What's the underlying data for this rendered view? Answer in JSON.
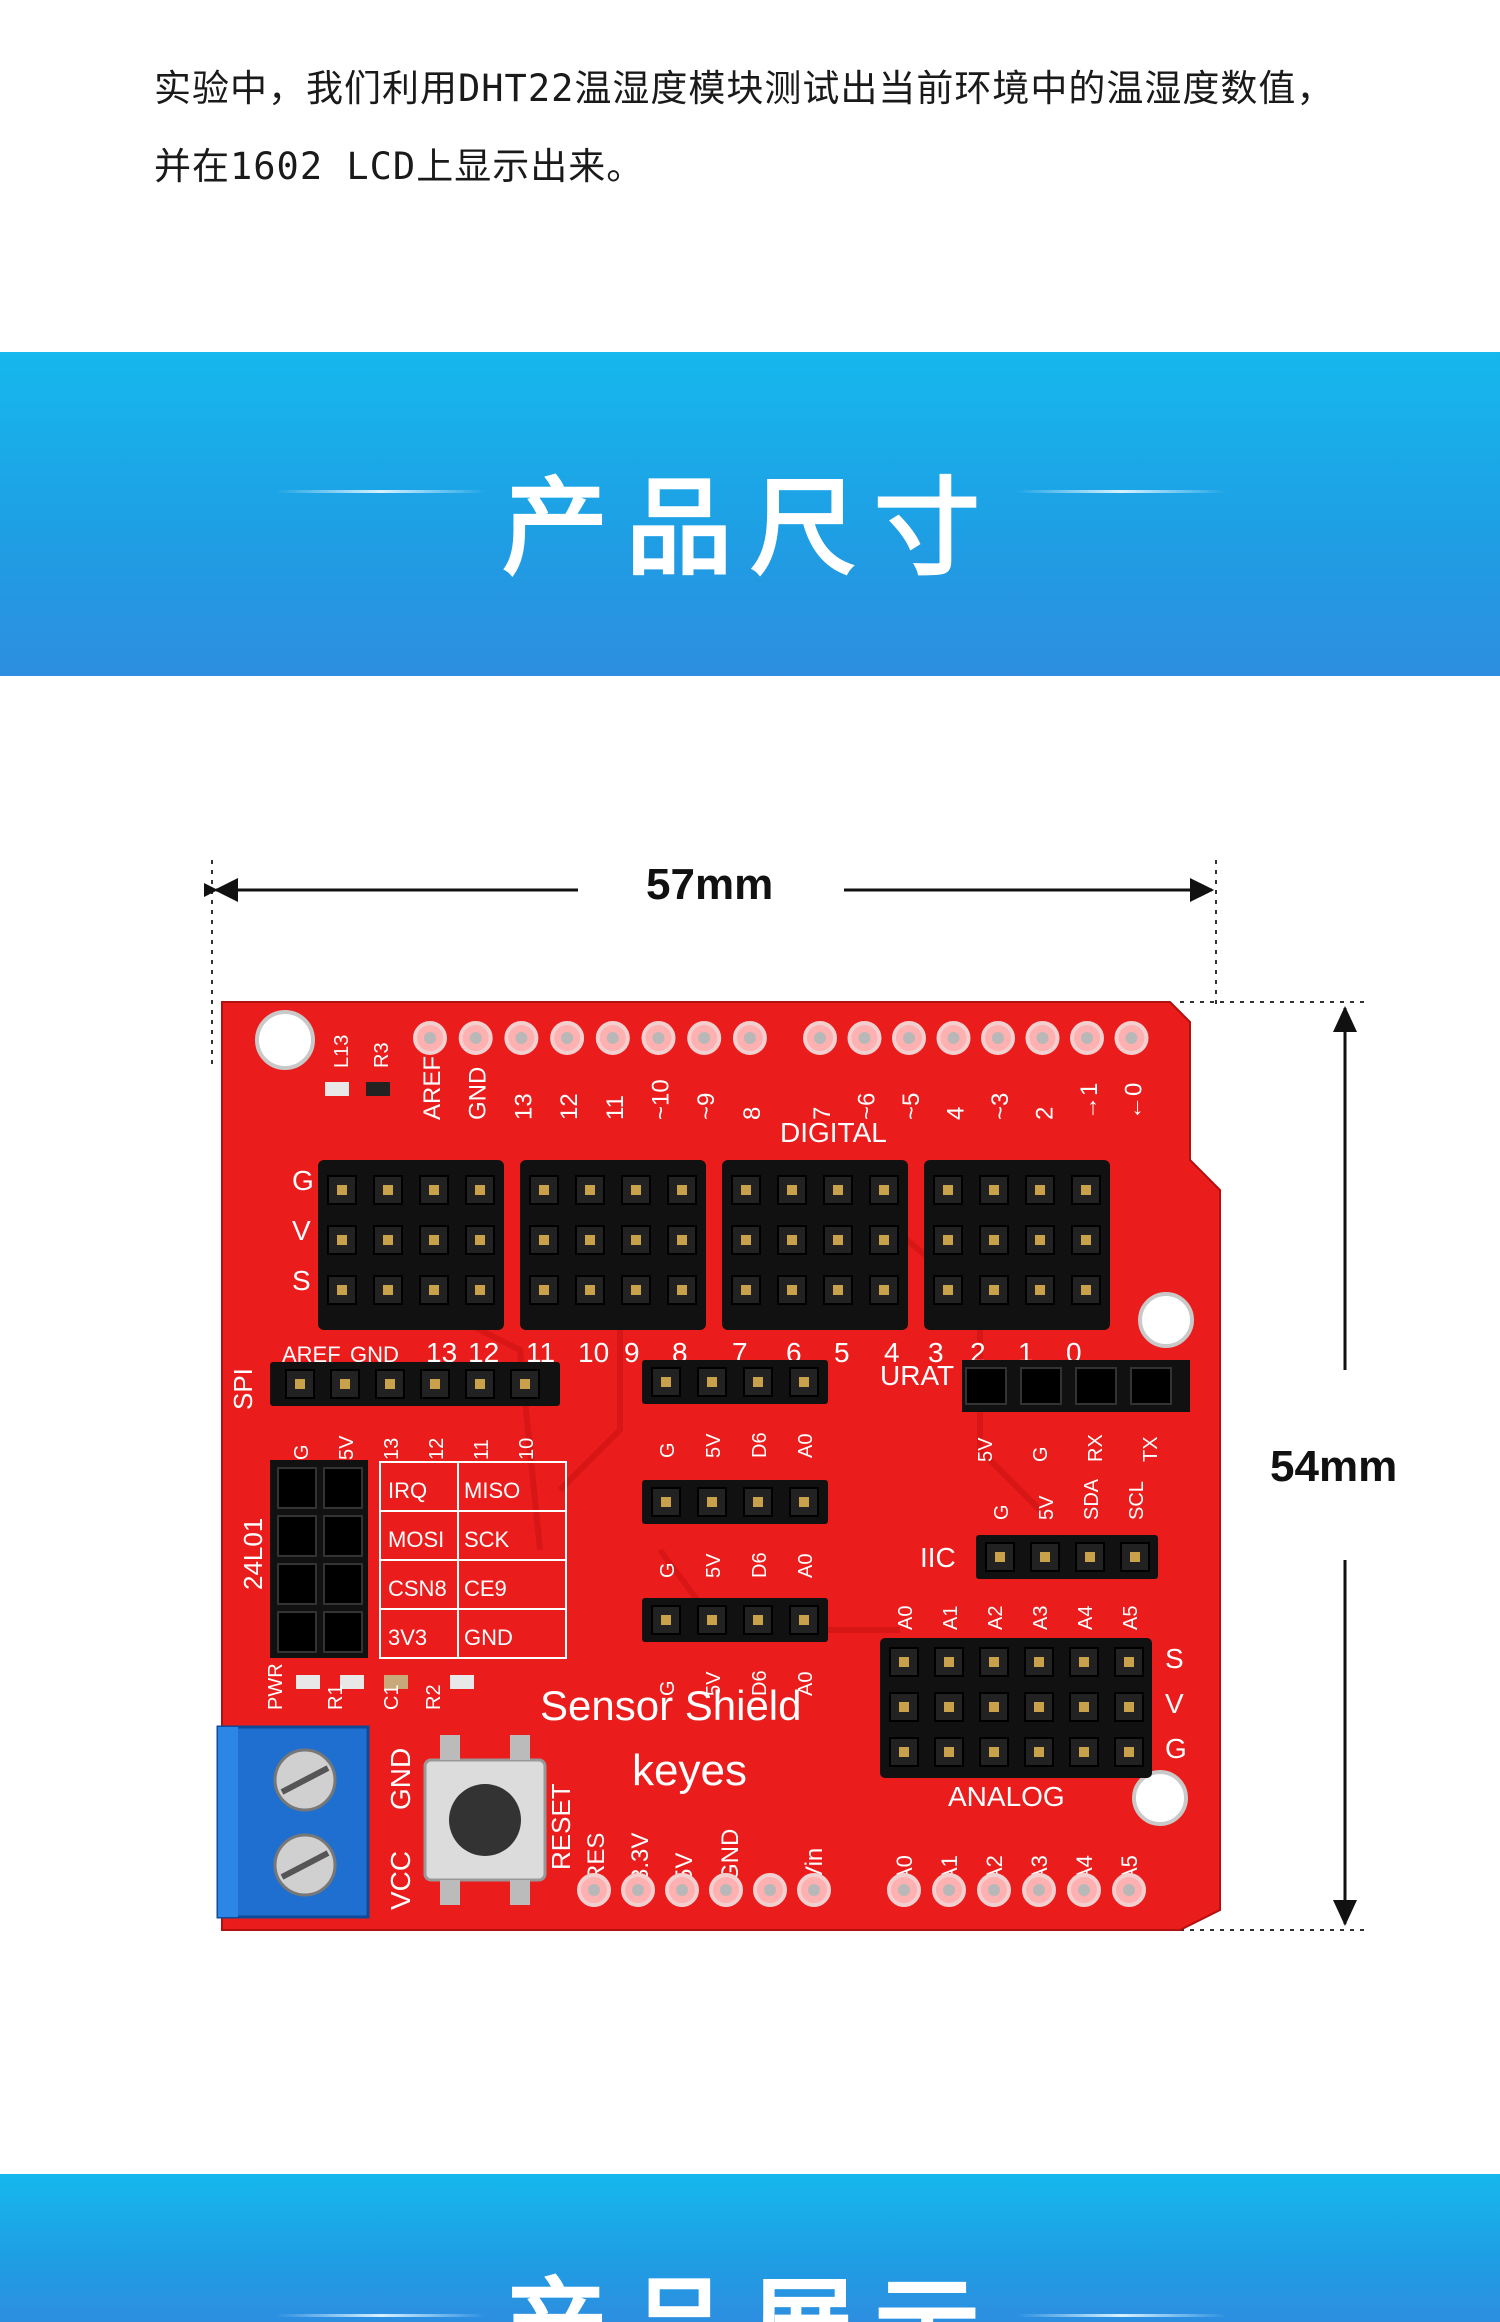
{
  "intro": {
    "line1": "实验中，我们利用DHT22温湿度模块测试出当前环境中的温湿度数值，",
    "line2": "并在1602 LCD上显示出来。"
  },
  "section1": {
    "title": "产品尺寸"
  },
  "section2": {
    "title": "产品展示"
  },
  "dimensions": {
    "width": "57mm",
    "height": "54mm"
  },
  "board": {
    "color": "#ea1c1c",
    "top_pins": [
      "AREF",
      "GND",
      "13",
      "12",
      "11",
      "~10",
      "~9",
      "8",
      "7",
      "~6",
      "~5",
      "4",
      "~3",
      "2",
      "→1",
      "←0"
    ],
    "digital_label": "DIGITAL",
    "svg_labels": [
      "G",
      "V",
      "S"
    ],
    "bottom_pins": [
      "AREF",
      "GND",
      "13",
      "12",
      "11",
      "10",
      "9",
      "8",
      "7",
      "6",
      "5",
      "4",
      "3",
      "2",
      "1",
      "0"
    ],
    "spi_label": "SPI",
    "spi_pins": [
      "G",
      "5V",
      "13",
      "12",
      "11",
      "10"
    ],
    "urat_label": "URAT",
    "urat_pins": [
      "5V",
      "G",
      "RX",
      "TX"
    ],
    "mid_pins": [
      "G",
      "5V",
      "D6",
      "A0"
    ],
    "rf_label": "24L01",
    "rf_table": [
      [
        "IRQ",
        "MISO"
      ],
      [
        "MOSI",
        "SCK"
      ],
      [
        "CSN8",
        "CE9"
      ],
      [
        "3V3",
        "GND"
      ]
    ],
    "iic_label": "IIC",
    "iic_pins": [
      "G",
      "5V",
      "SDA",
      "SCL"
    ],
    "analog_top": [
      "A0",
      "A1",
      "A2",
      "A3",
      "A4",
      "A5"
    ],
    "svg_right": [
      "S",
      "V",
      "G"
    ],
    "analog_label": "ANALOG",
    "brand": "Sensor Shield",
    "maker": "keyes",
    "power_pins": [
      "RES",
      "3.3V",
      "5V",
      "GND",
      "Vin"
    ],
    "analog_bottom": [
      "A0",
      "A1",
      "A2",
      "A3",
      "A4",
      "A5"
    ],
    "terminal_labels": [
      "GND",
      "VCC"
    ],
    "reset_label": "RESET",
    "smd_labels": [
      "L13",
      "R3",
      "PWR",
      "R1",
      "C1",
      "R2"
    ]
  }
}
